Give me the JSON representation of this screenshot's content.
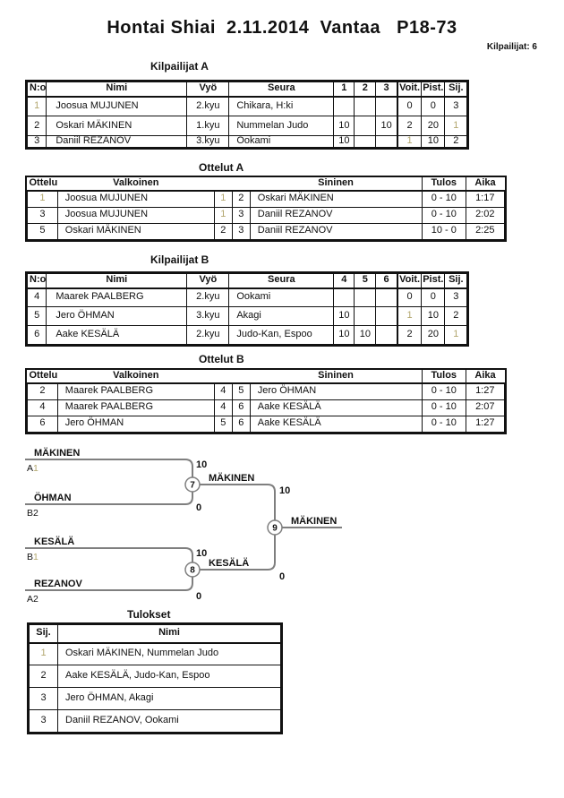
{
  "page": {
    "title": "Hontai Shiai  2.11.2014  Vantaa   P18-73",
    "competitor_count": "Kilpailijat: 6"
  },
  "colors": {
    "text": "#111111",
    "dim_digit": "#b3a76f",
    "bracket_line": "#7f7f7f",
    "table_border": "#111111",
    "background": "#ffffff"
  },
  "pool_a": {
    "title": "Kilpailijat A",
    "headers": [
      "N:o",
      "Nimi",
      "Vyö",
      "Seura",
      "1",
      "2",
      "3",
      "Voit.",
      "Pist.",
      "Sij."
    ],
    "rows": [
      [
        "1",
        "Joosua MUJUNEN",
        "2.kyu",
        "Chikara, H:ki",
        "",
        "",
        "",
        "0",
        "0",
        "3"
      ],
      [
        "2",
        "Oskari MÄKINEN",
        "1.kyu",
        "Nummelan Judo",
        "10",
        "",
        "10",
        "2",
        "20",
        "1"
      ],
      [
        "3",
        "Daniil REZANOV",
        "3.kyu",
        "Ookami",
        "10",
        "",
        "",
        "1",
        "10",
        "2"
      ]
    ]
  },
  "matches_a": {
    "title": "Ottelut A",
    "headers": [
      "Ottelu",
      "Valkoinen",
      "",
      "",
      "Sininen",
      "Tulos",
      "Aika"
    ],
    "rows": [
      [
        "1",
        "Joosua MUJUNEN",
        "1",
        "2",
        "Oskari MÄKINEN",
        "0 - 10",
        "1:17"
      ],
      [
        "3",
        "Joosua MUJUNEN",
        "1",
        "3",
        "Daniil REZANOV",
        "0 - 10",
        "2:02"
      ],
      [
        "5",
        "Oskari MÄKINEN",
        "2",
        "3",
        "Daniil REZANOV",
        "10 - 0",
        "2:25"
      ]
    ]
  },
  "pool_b": {
    "title": "Kilpailijat B",
    "headers": [
      "N:o",
      "Nimi",
      "Vyö",
      "Seura",
      "4",
      "5",
      "6",
      "Voit.",
      "Pist.",
      "Sij."
    ],
    "rows": [
      [
        "4",
        "Maarek PAALBERG",
        "2.kyu",
        "Ookami",
        "",
        "",
        "",
        "0",
        "0",
        "3"
      ],
      [
        "5",
        "Jero ÖHMAN",
        "3.kyu",
        "Akagi",
        "10",
        "",
        "",
        "1",
        "10",
        "2"
      ],
      [
        "6",
        "Aake KESÄLÄ",
        "2.kyu",
        "Judo-Kan, Espoo",
        "10",
        "10",
        "",
        "2",
        "20",
        "1"
      ]
    ]
  },
  "matches_b": {
    "title": "Ottelut B",
    "headers": [
      "Ottelu",
      "Valkoinen",
      "",
      "",
      "Sininen",
      "Tulos",
      "Aika"
    ],
    "rows": [
      [
        "2",
        "Maarek PAALBERG",
        "4",
        "5",
        "Jero ÖHMAN",
        "0 - 10",
        "1:27"
      ],
      [
        "4",
        "Maarek PAALBERG",
        "4",
        "6",
        "Aake KESÄLÄ",
        "0 - 10",
        "2:07"
      ],
      [
        "6",
        "Jero ÖHMAN",
        "5",
        "6",
        "Aake KESÄLÄ",
        "0 - 10",
        "1:27"
      ]
    ]
  },
  "bracket": {
    "semi1": {
      "match_no": "7",
      "top": {
        "seed": "A1",
        "name": "MÄKINEN",
        "score": "10"
      },
      "bottom": {
        "seed": "B2",
        "name": "ÖHMAN",
        "score": "0"
      },
      "winner": {
        "name": "MÄKINEN",
        "score": "10"
      }
    },
    "semi2": {
      "match_no": "8",
      "top": {
        "seed": "B1",
        "name": "KESÄLÄ",
        "score": "10"
      },
      "bottom": {
        "seed": "A2",
        "name": "REZANOV",
        "score": "0"
      },
      "winner": {
        "name": "KESÄLÄ",
        "score": "0"
      }
    },
    "final": {
      "match_no": "9",
      "winner": {
        "name": "MÄKINEN"
      }
    }
  },
  "results": {
    "title": "Tulokset",
    "headers": [
      "Sij.",
      "Nimi"
    ],
    "rows": [
      [
        "1",
        "Oskari MÄKINEN, Nummelan Judo"
      ],
      [
        "2",
        "Aake KESÄLÄ, Judo-Kan, Espoo"
      ],
      [
        "3",
        "Jero ÖHMAN, Akagi"
      ],
      [
        "3",
        "Daniil REZANOV, Ookami"
      ]
    ]
  }
}
